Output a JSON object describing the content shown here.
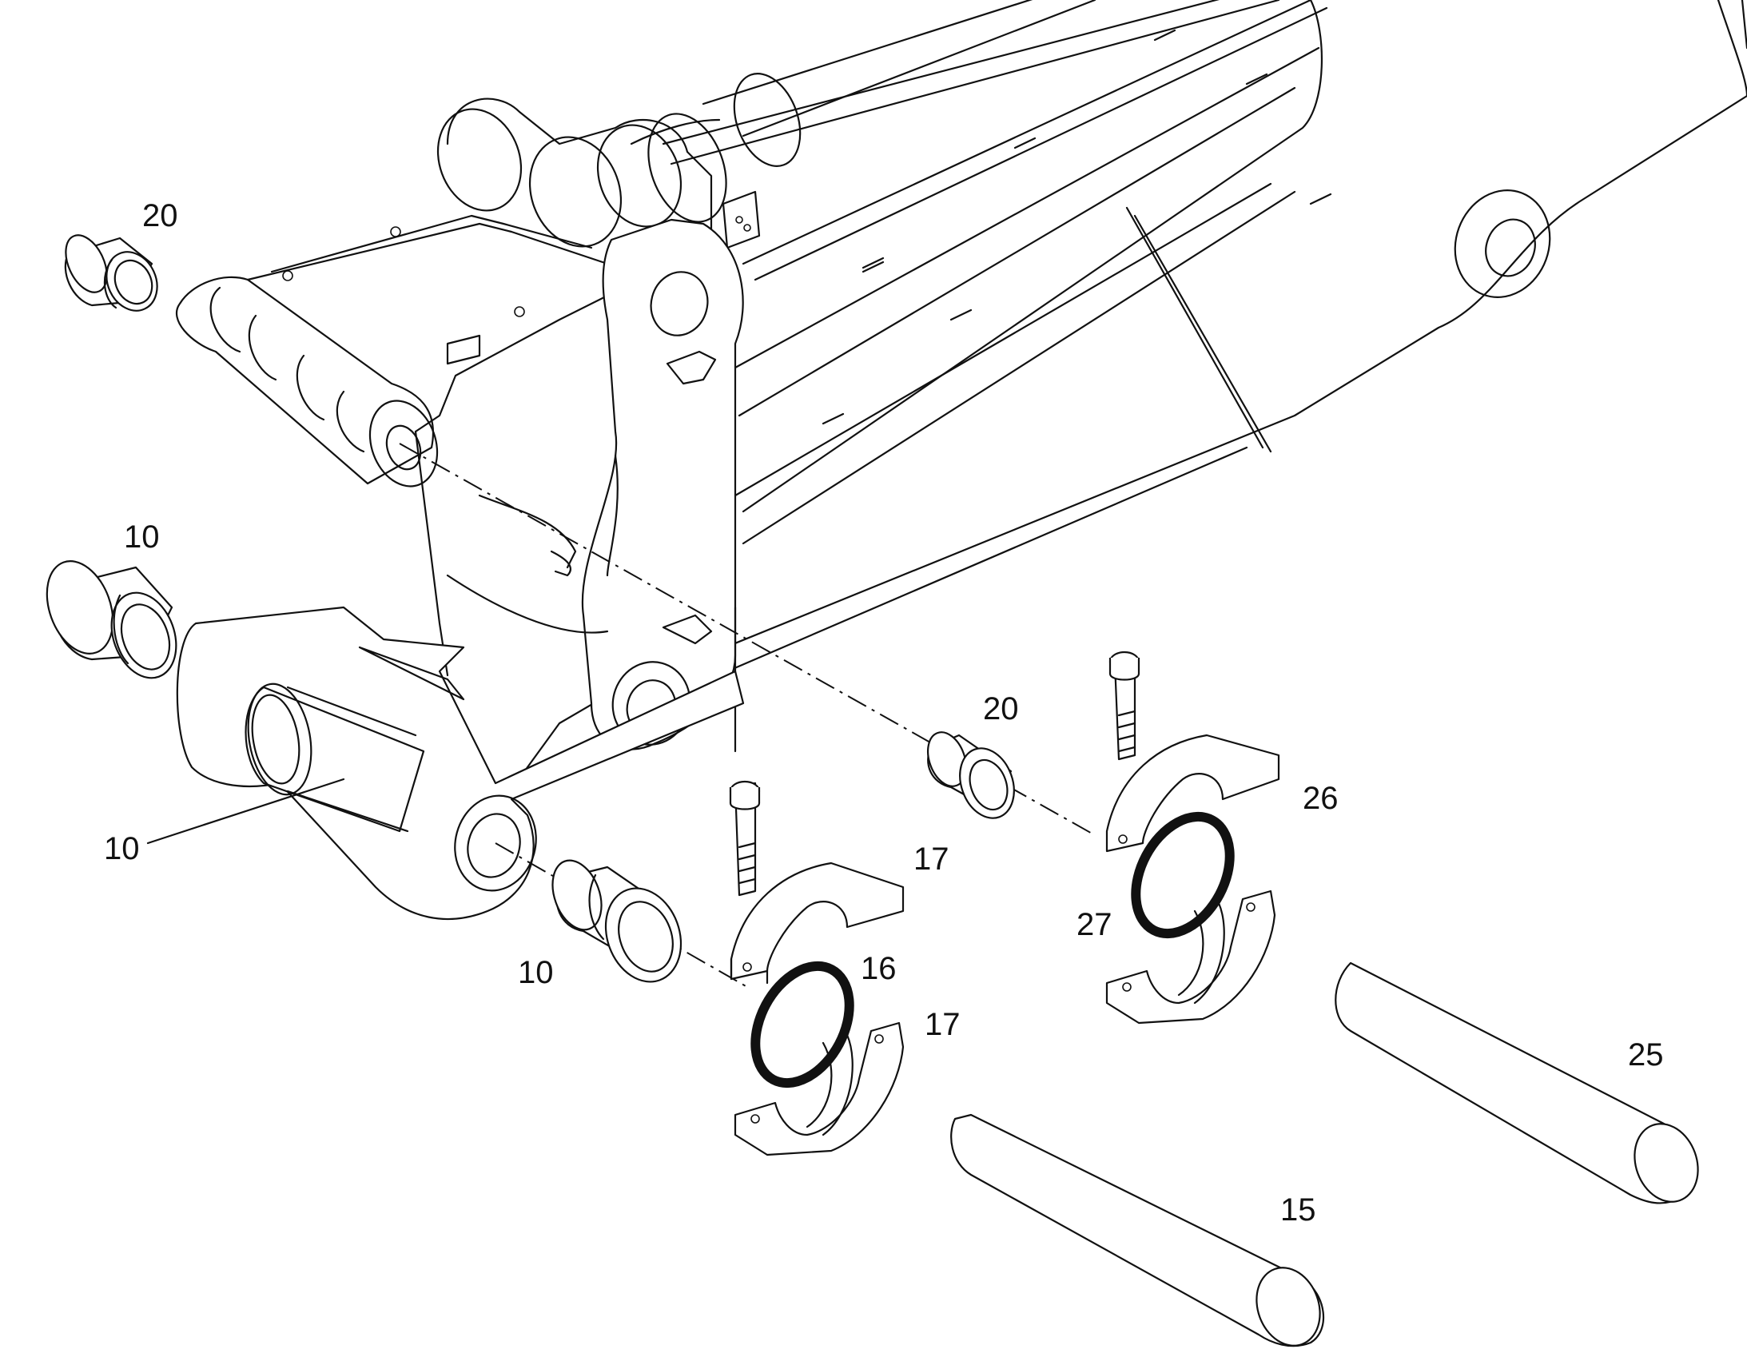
{
  "callouts": [
    {
      "id": "bushing-top",
      "text": "20"
    },
    {
      "id": "bushing-left",
      "text": "10"
    },
    {
      "id": "pin-leader",
      "text": "10"
    },
    {
      "id": "bushing-bottom",
      "text": "10"
    },
    {
      "id": "bushing-mid",
      "text": "20"
    },
    {
      "id": "clamp-upper-a",
      "text": "17"
    },
    {
      "id": "oring-a",
      "text": "16"
    },
    {
      "id": "clamp-lower-a",
      "text": "17"
    },
    {
      "id": "clamp-b",
      "text": "26"
    },
    {
      "id": "oring-b",
      "text": "27"
    },
    {
      "id": "pin-15",
      "text": "15"
    },
    {
      "id": "pin-25",
      "text": "25"
    }
  ],
  "colors": {
    "line": "#111111",
    "background": "#ffffff"
  }
}
